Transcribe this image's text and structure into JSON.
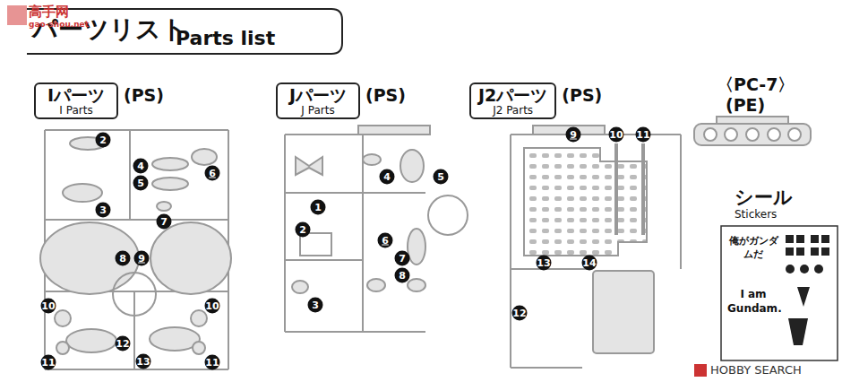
{
  "diagram": {
    "title": "パーツリスト",
    "nodes": [
      {
        "text": [
          "Iパーツ",
          "I Parts",
          "(PS)"
        ]
      },
      {
        "text": [
          "Jパーツ",
          "J Parts",
          "(PS)"
        ]
      },
      {
        "text": [
          "J2パーツ",
          "J2 Parts",
          "(PS)"
        ]
      }
    ],
    "labels": [
      "高手网",
      "gao-shou.net",
      "Parts list",
      "2",
      "4",
      "5",
      "6",
      "3",
      "7",
      "8",
      "9",
      "10",
      "10",
      "12",
      "13",
      "11",
      "11",
      "1",
      "2",
      "3",
      "4",
      "5",
      "6",
      "7",
      "8",
      "9",
      "10",
      "11",
      "12",
      "13",
      "14",
      "〈PC-7〉",
      "(PE)",
      "シール",
      "Stickers",
      "俺がガンダムだ",
      "I am Gundam.",
      "HOBBY SEARCH"
    ]
  }
}
